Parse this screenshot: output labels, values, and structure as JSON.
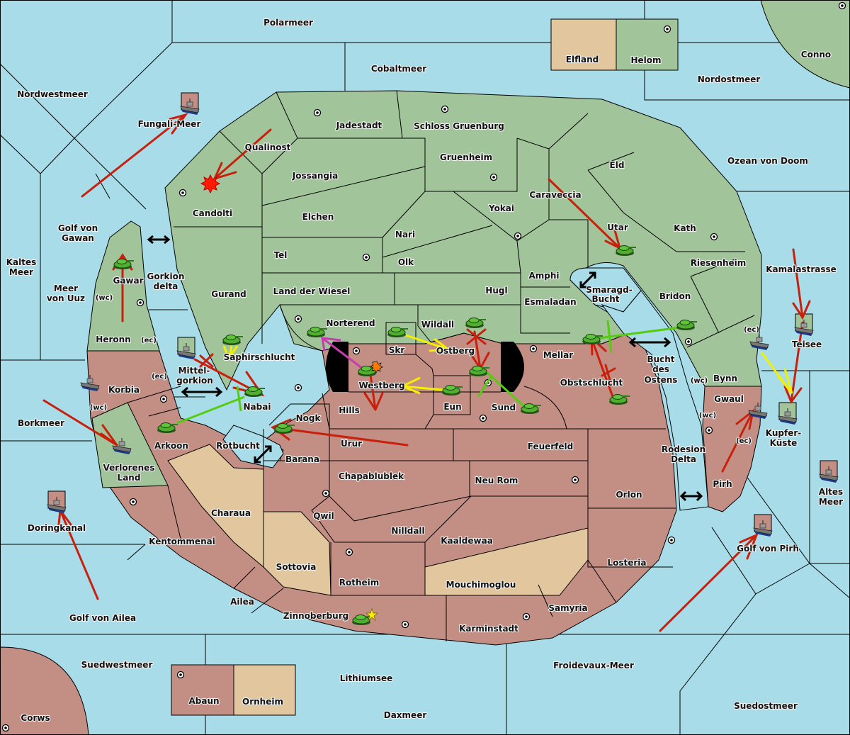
{
  "map": {
    "colors": {
      "sea": "#a8dce9",
      "power_green": "#a2c49a",
      "power_red": "#c38e84",
      "neutral": "#e1c69e",
      "move_order": "#c8200c",
      "support_order": "#f4f000",
      "convoy_or_hold_support": "#55cc10",
      "retreat": "#c83cb0"
    },
    "seas": [
      "Polarmeer",
      "Cobaltmeer",
      "Nordwestmeer",
      "Fungali-Meer",
      "Nordostmeer",
      "Ozean von Doom",
      "Golf von Gawan",
      "Kaltes Meer",
      "Meer von Uuz",
      "Gorkion delta",
      "Mittel-gorkion",
      "Borkmeer",
      "Rotbucht",
      "Smaragd-Bucht",
      "Bucht des Ostens",
      "Kamalastrasse",
      "Kupfer-Küste",
      "Teisee",
      "Rodesion Delta",
      "Altes Meer",
      "Golf von Pirh",
      "Doringkanal",
      "Golf von Ailea",
      "Suedwestmeer",
      "Lithiumsee",
      "Daxmeer",
      "Froidevaux-Meer",
      "Suedostmeer"
    ],
    "labels": {
      "polarmeer": "Polarmeer",
      "cobaltmeer": "Cobaltmeer",
      "nordwestmeer": "Nordwestmeer",
      "fungali": "Fungali-Meer",
      "nordostmeer": "Nordostmeer",
      "ozean": "Ozean von Doom",
      "elfland": "Elfland",
      "helom": "Helom",
      "conno": "Conno",
      "jadestadt": "Jadestadt",
      "schloss": "Schloss Gruenburg",
      "qualinost": "Qualinost",
      "candolti": "Candolti",
      "jossangia": "Jossangia",
      "gruenheim": "Gruenheim",
      "eld": "Eld",
      "caraveccia": "Caraveccia",
      "elchen": "Elchen",
      "yokai": "Yokai",
      "nari": "Nari",
      "tel": "Tel",
      "olk": "Olk",
      "utar": "Utar",
      "kath": "Kath",
      "amphi": "Amphi",
      "gurand": "Gurand",
      "land_wiesel": "Land der Wiesel",
      "hugl": "Hugl",
      "riesenheim": "Riesenheim",
      "esmaladan": "Esmaladan",
      "smaragd_1": "Smaragd-",
      "smaragd_2": "Bucht",
      "bridon": "Bridon",
      "golf_gawan_1": "Golf von",
      "golf_gawan_2": "Gawan",
      "kaltes_1": "Kaltes",
      "kaltes_2": "Meer",
      "uuz_1": "Meer",
      "uuz_2": "von Uuz",
      "gorkion_1": "Gorkion",
      "gorkion_2": "delta",
      "gawar": "Gawar",
      "heronn": "Heronn",
      "norterend": "Norterend",
      "wildall": "Wildall",
      "skr": "Skr",
      "ostberg": "Ostberg",
      "mellar": "Mellar",
      "kamalastrasse": "Kamalastrasse",
      "teisee": "Teisee",
      "saphirschlucht": "Saphirschlucht",
      "mittel_1": "Mittel-",
      "mittel_2": "gorkion",
      "korbia": "Korbia",
      "westberg": "Westberg",
      "eun": "Eun",
      "sund": "Sund",
      "obstschlucht": "Obstschlucht",
      "bucht_1": "Bucht",
      "bucht_2": "des",
      "bucht_3": "Ostens",
      "bynn": "Bynn",
      "gwaul": "Gwaul",
      "kupfer_1": "Kupfer-",
      "kupfer_2": "Küste",
      "hills": "Hills",
      "nabai": "Nabai",
      "borkmeer": "Borkmeer",
      "nogk": "Nogk",
      "arkoon": "Arkoon",
      "rotbucht": "Rotbucht",
      "urur": "Urur",
      "feuerfeld": "Feuerfeld",
      "barana": "Barana",
      "verlorenes_1": "Verlorenes",
      "verlorenes_2": "Land",
      "rodesion_1": "Rodesion",
      "rodesion_2": "Delta",
      "pirh": "Pirh",
      "chapablublek": "Chapablublek",
      "neu_rom": "Neu Rom",
      "orlon": "Orlon",
      "altes_1": "Altes",
      "altes_2": "Meer",
      "charaua": "Charaua",
      "qwil": "Qwil",
      "doringkanal": "Doringkanal",
      "nilldall": "Nilldall",
      "kaaldewaa": "Kaaldewaa",
      "kentommenai": "Kentommenai",
      "golf_pirh": "Golf von Pirh",
      "sottovia": "Sottovia",
      "losteria": "Losteria",
      "rotheim": "Rotheim",
      "mouchimoglou": "Mouchimoglou",
      "ailea": "Ailea",
      "samyria": "Samyria",
      "golf_ailea": "Golf von Ailea",
      "zinnoberburg": "Zinnoberburg",
      "karminstadt": "Karminstadt",
      "suedwestmeer": "Suedwestmeer",
      "froidevaux": "Froidevaux-Meer",
      "lithiumsee": "Lithiumsee",
      "abaun": "Abaun",
      "ornheim": "Ornheim",
      "suedostmeer": "Suedostmeer",
      "daxmeer": "Daxmeer",
      "corws": "Corws"
    },
    "coast_markers": {
      "wc": "(wc)",
      "ec": "(ec)"
    },
    "units": {
      "armies": [
        "Gawar",
        "Saphirschlucht",
        "Nabai",
        "Arkoon",
        "Nogk",
        "Norterend",
        "Skr",
        "Wildall",
        "Westberg",
        "Ostberg",
        "Eun",
        "Sund",
        "Utar",
        "Mellar",
        "Bridon",
        "Obstschlucht",
        "Zinnoberburg"
      ],
      "fleets": [
        "Fungali-Meer",
        "Mittel-gorkion",
        "Korbia (wc)",
        "Verlorenes Land",
        "Doringkanal",
        "Bynn (ec)",
        "Teisee",
        "Kupfer-Küste",
        "Gwaul (ec)",
        "Golf von Pirh",
        "Altes Meer"
      ]
    }
  }
}
